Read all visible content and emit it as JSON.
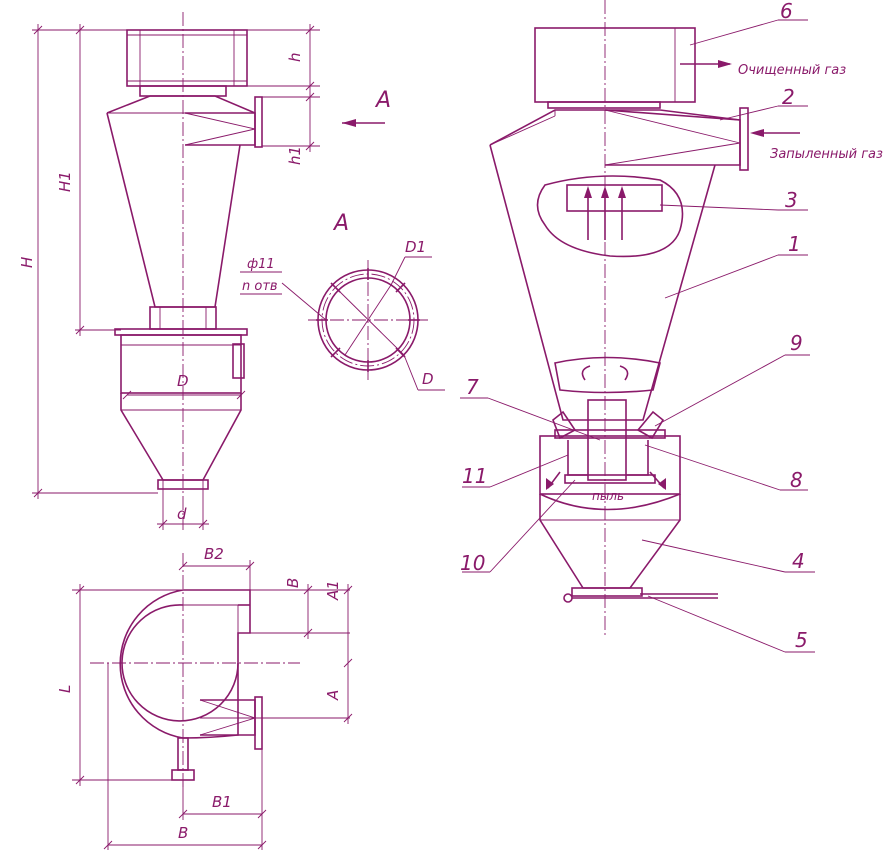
{
  "side_view": {
    "dim_h": "h",
    "dim_h1": "h1",
    "dim_H1": "H1",
    "dim_H": "H",
    "dim_D": "D",
    "dim_d": "d"
  },
  "view_arrow": {
    "label": "A"
  },
  "section_a": {
    "title": "A",
    "dim_D1": "D1",
    "dim_D": "D",
    "hole_dia": "ф11",
    "hole_count": "n отв"
  },
  "top_view": {
    "dim_B2": "B2",
    "dim_B_small": "B",
    "dim_A1": "A1",
    "dim_L": "L",
    "dim_A": "A",
    "dim_B1": "B1",
    "dim_B": "B"
  },
  "cyclone": {
    "clean_gas": "Очищенный газ",
    "dusty_gas": "Запыленный газ",
    "dust": "пыль",
    "callouts": [
      "6",
      "2",
      "3",
      "1",
      "9",
      "7",
      "11",
      "8",
      "10",
      "4",
      "5"
    ]
  }
}
